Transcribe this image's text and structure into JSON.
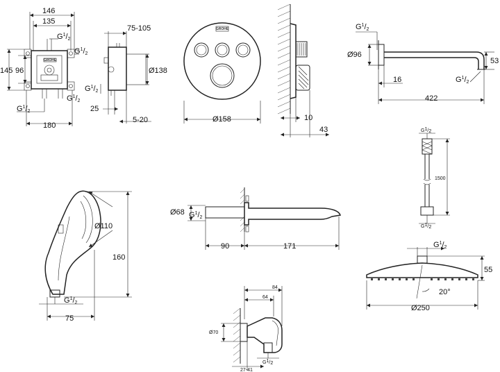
{
  "brand": "GROHE",
  "dims": {
    "box": {
      "w146": "146",
      "w135": "135",
      "w180": "180",
      "h145": "145",
      "h96": "96",
      "g_top": "G",
      "g_top_sup": "1",
      "g_top_sub": "2",
      "g_right": "G",
      "g_right_sup": "1",
      "g_right_sub": "2",
      "g_bl": "G",
      "g_bl_sup": "1",
      "g_bl_sub": "2",
      "g_br": "G",
      "g_br_sup": "1",
      "g_br_sub": "2"
    },
    "box_side": {
      "range_top": "75-105",
      "d138": "Ø138",
      "v25": "25",
      "range_bot": "5-20",
      "g_left": "G",
      "g_left_sup": "1",
      "g_left_sub": "2"
    },
    "plate": {
      "d158": "Ø158"
    },
    "plate_side": {
      "v10": "10",
      "v43": "43"
    },
    "arm": {
      "g_top": "G",
      "g_top_sup": "1",
      "g_top_sub": "2",
      "d96": "Ø96",
      "v16": "16",
      "v53": "53",
      "v422": "422",
      "g_right": "G",
      "g_right_sup": "1",
      "g_right_sub": "2"
    },
    "hose": {
      "g_top": "G",
      "g_top_sup": "1",
      "g_top_sub": "2",
      "len": "1500",
      "g_bot": "G",
      "g_bot_sup": "1",
      "g_bot_sub": "2"
    },
    "handshower": {
      "d110": "Ø110",
      "v160": "160",
      "v75": "75",
      "g": "G",
      "g_sup": "1",
      "g_sub": "2"
    },
    "spout": {
      "d68": "Ø68",
      "v90": "90",
      "v171": "171",
      "g": "G",
      "g_sup": "1",
      "g_sub": "2"
    },
    "head": {
      "g": "G",
      "g_sup": "1",
      "g_sub": "2",
      "v55": "55",
      "angle": "20°",
      "d250": "Ø250"
    },
    "outlet": {
      "v84": "84",
      "v64": "64",
      "d70": "Ø70",
      "range": "27-41",
      "g": "G",
      "g_sup": "1",
      "g_sub": "2"
    }
  }
}
